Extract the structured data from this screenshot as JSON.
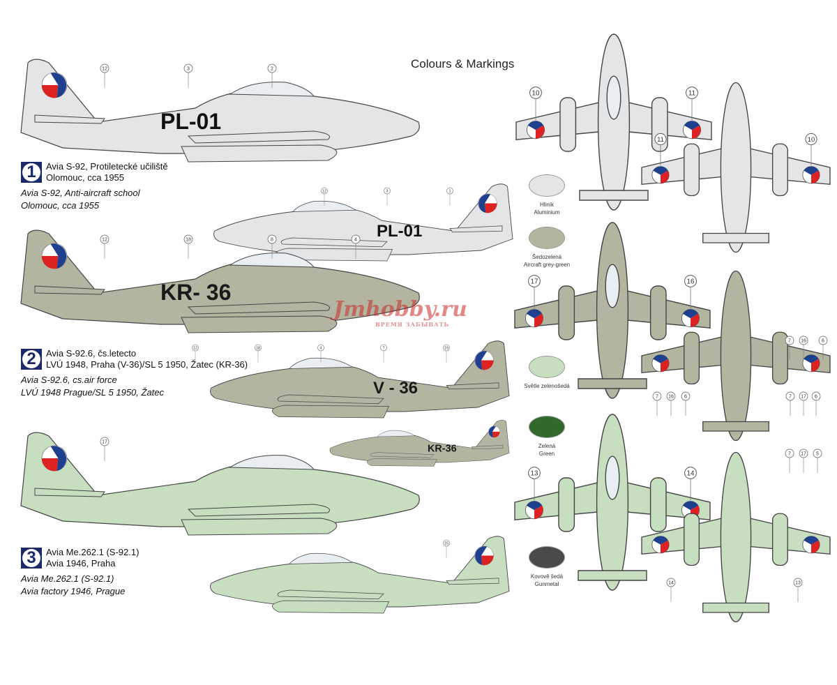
{
  "title": "Colours & Markings",
  "schemes": [
    {
      "number": "1",
      "cz_line1": "Avia S-92, Protiletecké učiliště",
      "cz_line2": "Olomouc, cca 1955",
      "en_line1": "Avia S-92, Anti-aircraft school",
      "en_line2": "Olomouc, cca 1955",
      "registration": "PL-01",
      "color": "#e4e5e6"
    },
    {
      "number": "2",
      "cz_line1": "Avia S-92.6, čs.letecto",
      "cz_line2": "LVÚ 1948, Praha (V-36)/SL 5 1950, Žatec (KR-36)",
      "en_line1": "Avia S-92.6, cs.air force",
      "en_line2": "LVÚ 1948 Prague/SL 5 1950, Žatec",
      "registration": "KR- 36",
      "registration_alt": "V - 36",
      "registration_small": "KR-36",
      "color": "#b3b5a1"
    },
    {
      "number": "3",
      "cz_line1": "Avia Me.262.1 (S-92.1)",
      "cz_line2": "Avia 1946, Praha",
      "en_line1": "Avia Me.262.1 (S-92.1)",
      "en_line2": "Avia factory 1946, Prague",
      "registration": "",
      "color": "#c7dfc0"
    }
  ],
  "callouts": {
    "s1_left": [
      "12",
      "3",
      "2"
    ],
    "s1_right": [
      "1",
      "3",
      "12"
    ],
    "s2_left": [
      "12",
      "18",
      "8",
      "4"
    ],
    "s2_right": [
      "19",
      "?",
      "4",
      "18",
      "12"
    ],
    "s3_left": [
      "17"
    ],
    "s3_right": [
      "15"
    ],
    "top1": [
      "10",
      "11"
    ],
    "bottom1": [
      "11",
      "10"
    ],
    "top2": [
      "17",
      "16"
    ],
    "bottom2": [
      "7",
      "16",
      "6",
      "7",
      "17",
      "6"
    ],
    "tail_details": [
      "7",
      "16",
      "6",
      "7",
      "17",
      "5"
    ],
    "top3": [
      "13",
      "14"
    ],
    "bottom3": [
      "14",
      "13"
    ]
  },
  "swatches": [
    {
      "cz": "Hliník",
      "en": "Aluminium",
      "color": "#e4e5e6"
    },
    {
      "cz": "Šedozelená",
      "en": "Aircraft grey-green",
      "color": "#b3b5a1"
    },
    {
      "cz": "Světle zelenošedá",
      "en": "",
      "color": "#c7dfc0"
    },
    {
      "cz": "Zelená",
      "en": "Green",
      "color": "#2f6a2a"
    },
    {
      "cz": "Kovově šedá",
      "en": "Gunmetal",
      "color": "#4a4a4a"
    }
  ],
  "watermark": {
    "text": "Jmhobby.ru",
    "tagline": "ВРЕМЯ ЗАБЫВАТЬ"
  }
}
